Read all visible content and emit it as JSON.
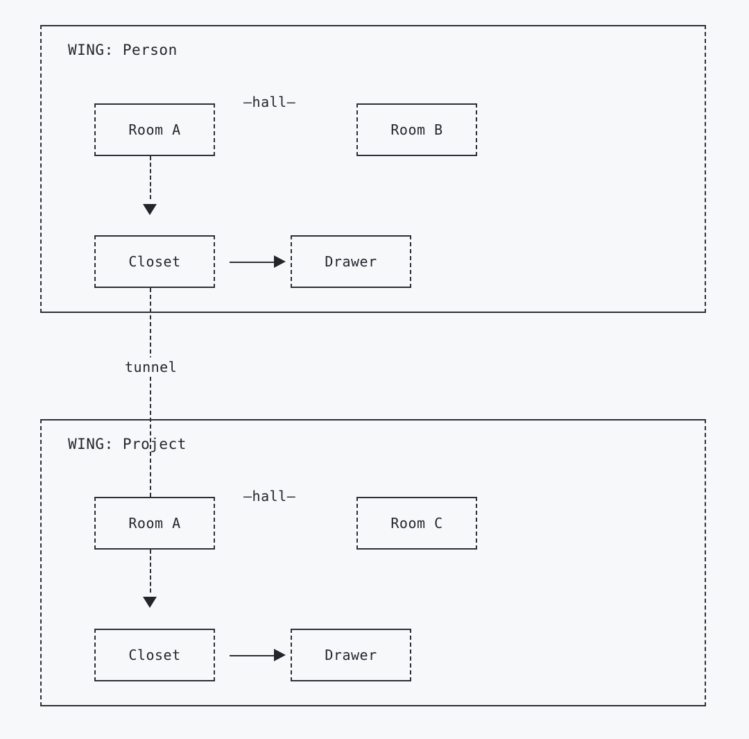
{
  "diagram": {
    "title": "Two-wing room hierarchy diagram",
    "background_color": "#f7f8fa",
    "line_color": "#2b2f36",
    "text_color": "#22262b"
  },
  "wings": [
    {
      "id": "wing-person",
      "title": "WING: Person",
      "nodes": [
        {
          "id": "person-room-a",
          "label": "Room A"
        },
        {
          "id": "person-room-b",
          "label": "Room B"
        },
        {
          "id": "person-closet",
          "label": "Closet"
        },
        {
          "id": "person-drawer",
          "label": "Drawer"
        }
      ],
      "edges": [
        {
          "id": "person-hall",
          "label": "—hall—",
          "from": "person-room-a",
          "to": "person-room-b",
          "style": "label-only"
        },
        {
          "id": "person-room-a-to-closet",
          "label": "",
          "from": "person-room-a",
          "to": "person-closet",
          "style": "dashed-arrow-down"
        },
        {
          "id": "person-closet-to-drawer",
          "label": "",
          "from": "person-closet",
          "to": "person-drawer",
          "style": "solid-arrow-right"
        }
      ]
    },
    {
      "id": "wing-project",
      "title": "WING: Project",
      "nodes": [
        {
          "id": "project-room-a",
          "label": "Room A"
        },
        {
          "id": "project-room-c",
          "label": "Room C"
        },
        {
          "id": "project-closet",
          "label": "Closet"
        },
        {
          "id": "project-drawer",
          "label": "Drawer"
        }
      ],
      "edges": [
        {
          "id": "project-hall",
          "label": "—hall—",
          "from": "project-room-a",
          "to": "project-room-c",
          "style": "label-only"
        },
        {
          "id": "project-room-a-to-closet",
          "label": "",
          "from": "project-room-a",
          "to": "project-closet",
          "style": "dashed-arrow-down"
        },
        {
          "id": "project-closet-to-drawer",
          "label": "",
          "from": "project-closet",
          "to": "project-drawer",
          "style": "solid-arrow-right"
        }
      ]
    }
  ],
  "cross_wing_edge": {
    "id": "tunnel",
    "label": "tunnel",
    "from": "person-closet",
    "to": "project-room-a",
    "style": "dashed-line"
  }
}
